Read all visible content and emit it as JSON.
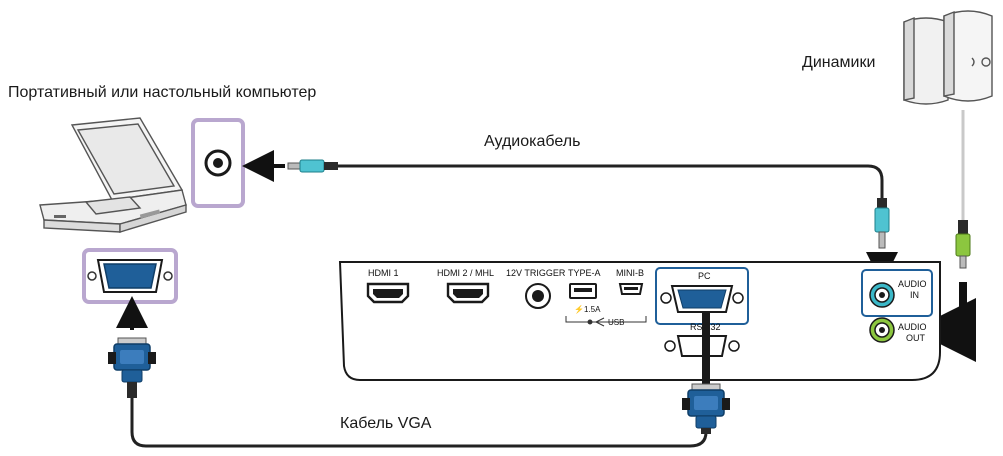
{
  "labels": {
    "computer": "Портативный или настольный компьютер",
    "speakers": "Динамики",
    "audio_cable": "Аудиокабель",
    "vga_cable": "Кабель VGA"
  },
  "ports": {
    "hdmi1": "HDMI 1",
    "hdmi2": "HDMI 2 / MHL",
    "trigger": "12V TRIGGER",
    "type_a": "TYPE-A",
    "type_a_rating": "⚡1.5A",
    "usb": "USB",
    "mini_b": "MINI-B",
    "pc": "PC",
    "rs232": "RS-232",
    "audio_in_1": "AUDIO",
    "audio_in_2": "IN",
    "audio_out_1": "AUDIO",
    "audio_out_2": "OUT"
  },
  "colors": {
    "highlight_border": "#b9a7cf",
    "port_highlight": "#1f5f99",
    "cable": "#222222",
    "cable_gray": "#c9c9c9",
    "vga_blue": "#1f5f99",
    "audio_in": "#3bb8c8",
    "audio_out": "#8cc63f"
  },
  "icons": [
    "laptop-icon",
    "speakers-icon",
    "vga-port-icon",
    "audio-jack-icon",
    "vga-connector-icon",
    "audio-plug-icon",
    "arrow-icon",
    "projector-panel-icon"
  ]
}
